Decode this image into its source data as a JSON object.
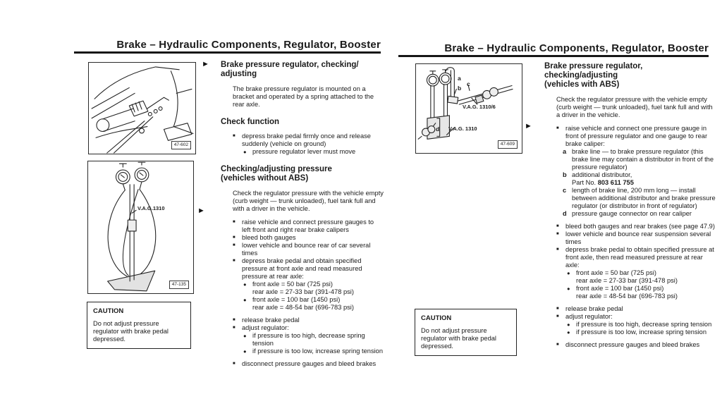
{
  "pointer_glyph": "►",
  "left_page": {
    "header": "Brake – Hydraulic Components, Regulator, Booster",
    "figure_top": {
      "tag": "47-602"
    },
    "figure_bottom": {
      "tag": "47-135",
      "label": "V.A.G.1310"
    },
    "title_lines": [
      "Brake pressure regulator, checking/",
      "adjusting"
    ],
    "intro": "The brake pressure regulator is mounted on a bracket and operated by a spring attached to the rear axle.",
    "check_function_heading": "Check function",
    "check_function_items": [
      {
        "cls": "sq",
        "m": "■",
        "t": "depress brake pedal firmly once and release suddenly (vehicle on ground)"
      },
      {
        "cls": "dot lvl2",
        "m": "●",
        "t": "pressure regulator lever must move"
      }
    ],
    "section2_lines": [
      "Checking/adjusting pressure",
      "(vehicles without ABS)"
    ],
    "check_pressure_intro": "Check the regulator pressure with the vehicle empty (curb weight — trunk unloaded), fuel tank full and with a driver in the vehicle.",
    "procedure_items": [
      {
        "cls": "sq",
        "m": "■",
        "t": "raise vehicle and connect pressure gauges to left front and right rear brake calipers"
      },
      {
        "cls": "sq",
        "m": "■",
        "t": "bleed both gauges"
      },
      {
        "cls": "sq",
        "m": "■",
        "t": "lower vehicle and bounce rear of car several times"
      },
      {
        "cls": "sq",
        "m": "■",
        "t": "depress brake pedal and obtain specified pressure at front axle and read measured pressure at rear axle:"
      },
      {
        "cls": "dot lvl2",
        "m": "●",
        "t": "front axle = 50 bar (725 psi)"
      },
      {
        "cls": "plain lvl2",
        "m": "",
        "t": "rear axle = 27-33 bar (391-478 psi)"
      },
      {
        "cls": "dot lvl2",
        "m": "●",
        "t": "front axle = 100 bar (1450 psi)"
      },
      {
        "cls": "plain lvl2",
        "m": "",
        "t": "rear axle = 48-54 bar (696-783 psi)"
      },
      {
        "cls": "sq gap",
        "m": "■",
        "t": "release brake pedal"
      },
      {
        "cls": "sq",
        "m": "■",
        "t": "adjust regulator:"
      },
      {
        "cls": "dot lvl2",
        "m": "●",
        "t": "if pressure is too high, decrease spring tension"
      },
      {
        "cls": "dot lvl2",
        "m": "●",
        "t": "if pressure is too low, increase spring tension"
      },
      {
        "cls": "sq gap",
        "m": "■",
        "t": "disconnect pressure gauges and bleed brakes"
      }
    ],
    "caution": {
      "title": "CAUTION",
      "text": "Do not adjust pressure regulator with brake pedal depressed."
    }
  },
  "right_page": {
    "header": "Brake – Hydraulic Components, Regulator, Booster",
    "figure": {
      "tag": "47-609",
      "label_upper": "V.A.G. 1310/6",
      "label_lower": "V.A.G. 1310",
      "callouts": {
        "a": "a",
        "b": "b",
        "c": "c",
        "d": "d"
      }
    },
    "title_lines": [
      "Brake pressure regulator,",
      "checking/adjusting",
      "(vehicles with ABS)"
    ],
    "intro": "Check the regulator pressure with the vehicle empty (curb weight — trunk unloaded), fuel tank full and with a driver in the vehicle.",
    "procedure_items": [
      {
        "cls": "sq",
        "m": "■",
        "t": "raise vehicle and connect one pressure gauge in front of pressure regulator and one gauge to rear brake caliper:"
      },
      {
        "cls": "lettered",
        "m": "a",
        "t": "brake line — to brake pressure regulator (this brake line may contain a distributor in front of the pressure regulator)"
      },
      {
        "cls": "lettered",
        "m": "b",
        "t": "additional distributor,"
      },
      {
        "cls": "cont",
        "m": "",
        "t": "Part No. ",
        "bold": "803 611 755"
      },
      {
        "cls": "lettered",
        "m": "c",
        "t": "length of brake line, 200 mm long — install between additional distributor and brake pressure regulator (or distributor in front of regulator)"
      },
      {
        "cls": "lettered",
        "m": "d",
        "t": "pressure gauge connector on rear caliper"
      },
      {
        "cls": "sq gap",
        "m": "■",
        "t": "bleed both gauges and rear brakes (see page 47.9)"
      },
      {
        "cls": "sq",
        "m": "■",
        "t": "lower vehicle and bounce rear suspension several times"
      },
      {
        "cls": "sq",
        "m": "■",
        "t": "depress brake pedal to obtain specified pressure at front axle, then read measured pressure at rear axle:"
      },
      {
        "cls": "dot lvl2",
        "m": "●",
        "t": "front axle = 50 bar (725 psi)"
      },
      {
        "cls": "plain lvl2",
        "m": "",
        "t": "rear axle = 27-33 bar (391-478 psi)"
      },
      {
        "cls": "dot lvl2",
        "m": "●",
        "t": "front axle = 100 bar (1450 psi)"
      },
      {
        "cls": "plain lvl2",
        "m": "",
        "t": "rear axle = 48-54 bar (696-783 psi)"
      },
      {
        "cls": "sq gap",
        "m": "■",
        "t": "release brake pedal"
      },
      {
        "cls": "sq",
        "m": "■",
        "t": "adjust regulator:"
      },
      {
        "cls": "dot lvl2",
        "m": "●",
        "t": "if pressure is too high, decrease spring tension"
      },
      {
        "cls": "dot lvl2",
        "m": "●",
        "t": "if pressure is too low, increase spring tension"
      },
      {
        "cls": "sq gap",
        "m": "■",
        "t": "disconnect pressure gauges and bleed brakes"
      }
    ],
    "caution": {
      "title": "CAUTION",
      "text": "Do not adjust pressure regulator with brake pedal depressed."
    }
  }
}
